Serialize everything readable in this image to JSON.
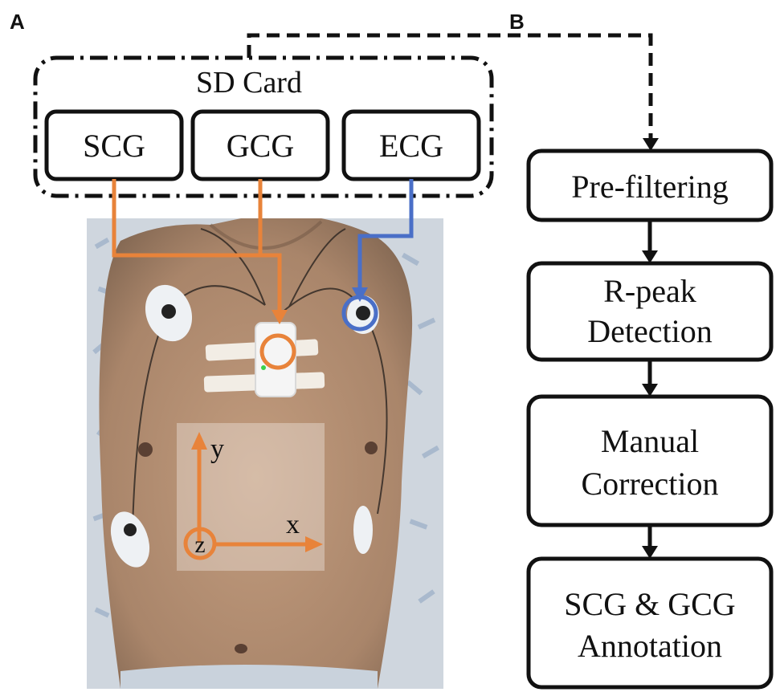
{
  "panels": {
    "a": "A",
    "b": "B"
  },
  "sd_card": {
    "title": "SD Card",
    "boxes": [
      "SCG",
      "GCG",
      "ECG"
    ]
  },
  "photo": {
    "description_icon": "chest-photo-with-sensors",
    "axes": {
      "x": "x",
      "y": "y",
      "z": "z"
    }
  },
  "flow": {
    "steps": [
      {
        "line1": "Pre-filtering",
        "line2": ""
      },
      {
        "line1": "R-peak",
        "line2": "Detection"
      },
      {
        "line1": "Manual",
        "line2": "Correction"
      },
      {
        "line1": "SCG & GCG",
        "line2": "Annotation"
      }
    ]
  },
  "colors": {
    "scg_gcg_line": "#e8833a",
    "ecg_line": "#4a6fc7",
    "border": "#111111",
    "skin": "#b08a6b"
  }
}
